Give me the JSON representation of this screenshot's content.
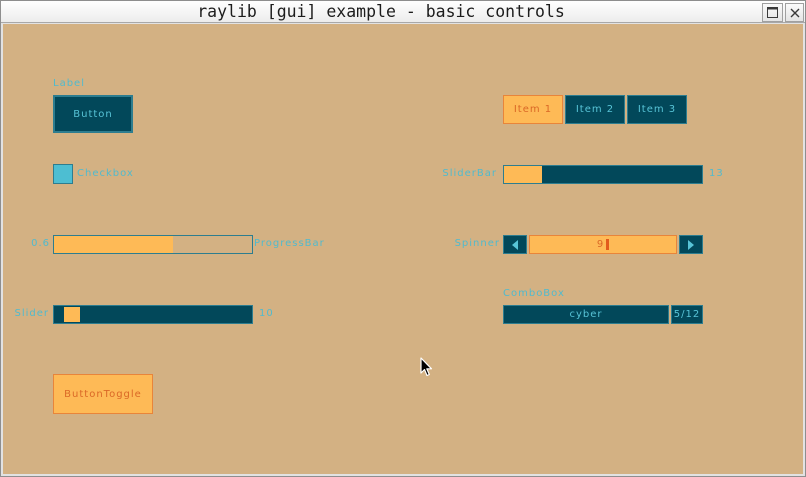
{
  "window": {
    "title": "raylib [gui] example - basic controls",
    "maximize_icon": "maximize-icon",
    "close_icon": "close-icon"
  },
  "colors": {
    "background": "#D3B183",
    "label_text": "#51BACD",
    "control_fill": "#02485A",
    "control_border": "#2D7D8F",
    "control_text": "#58C4D7",
    "check_fill": "#4DBED2",
    "accent_fill": "#FEBA56",
    "accent_border": "#E8853A",
    "accent_text": "#DA6826",
    "caret": "#E25B1C"
  },
  "controls": {
    "label": {
      "text": "Label"
    },
    "button": {
      "label": "Button"
    },
    "checkbox": {
      "label": "Checkbox",
      "checked": true
    },
    "progress_bar": {
      "value_text": "0.6",
      "label": "ProgressBar",
      "level": 0.6
    },
    "slider": {
      "label": "Slider",
      "value_text": "10",
      "level": 0.09
    },
    "button_toggle": {
      "label": "ButtonToggle",
      "active": true
    },
    "toggle_group": {
      "items": [
        "Item 1",
        "Item 2",
        "Item 3"
      ],
      "selected": 0
    },
    "slider_bar": {
      "label": "SliderBar",
      "value_text": "13",
      "level": 0.19
    },
    "spinner": {
      "label": "Spinner",
      "value": "9",
      "editing": true,
      "decrement_icon": "arrow-left-icon",
      "increment_icon": "arrow-right-icon"
    },
    "combo_box": {
      "label": "ComboBox",
      "selected": "cyber",
      "counter": "5/12"
    }
  },
  "cursor": {
    "icon": "arrow-pointer-icon"
  }
}
